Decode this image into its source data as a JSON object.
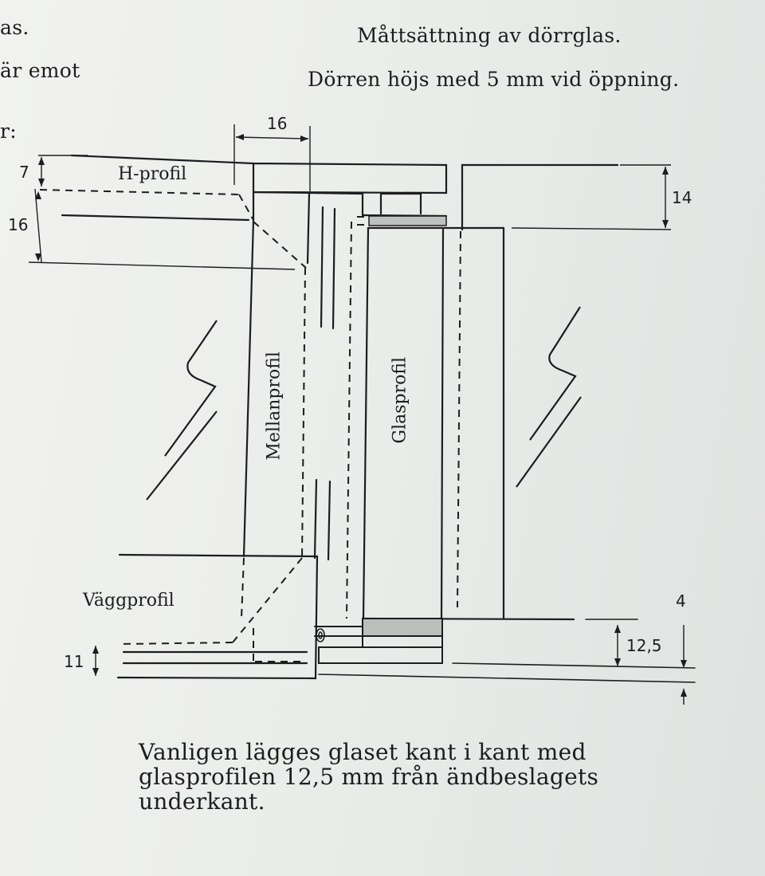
{
  "header": {
    "fragment_left_1": "as.",
    "fragment_left_2": "är emot",
    "fragment_left_3": "r:",
    "title": "Måttsättning av dörrglas.",
    "subtitle": "Dörren höjs med 5 mm vid öppning."
  },
  "labels": {
    "h_profil": "H-profil",
    "mellanprofil": "Mellanprofil",
    "glasprofil": "Glasprofil",
    "vaggprofil": "Väggprofil"
  },
  "dimensions": {
    "d16_top": "16",
    "d7": "7",
    "d16_left": "16",
    "d14": "14",
    "d4": "4",
    "d12_5": "12,5",
    "d11": "11"
  },
  "footer": {
    "note": "Vanligen lägges glaset kant i kant med\nglasprofilen 12,5 mm från ändbeslagets\nunderkant."
  }
}
